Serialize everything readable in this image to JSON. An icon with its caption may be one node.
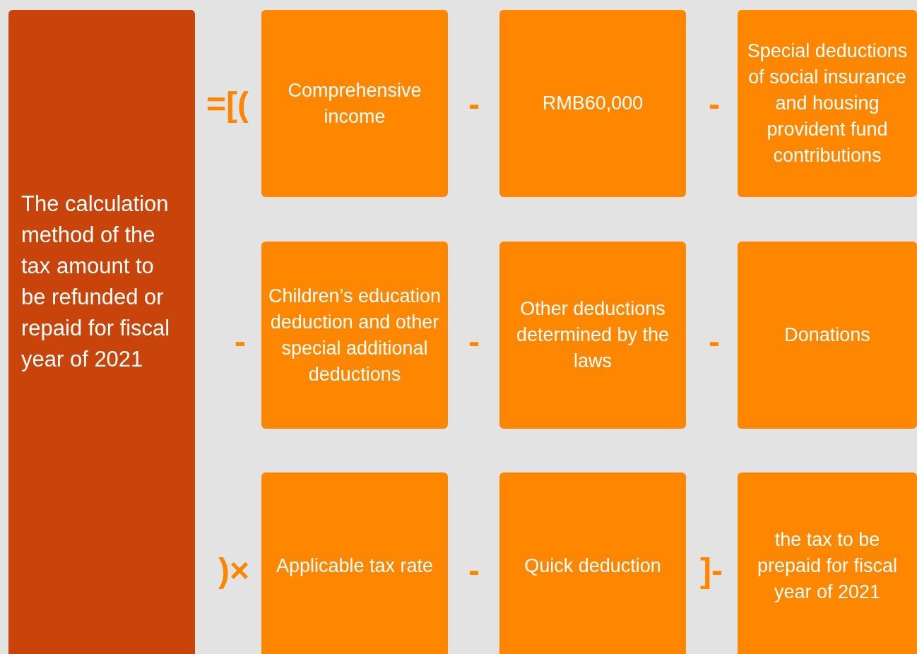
{
  "diagram": {
    "nodes": [
      {
        "text": [
          "The calculation method of the tax amount to be refunded or repaid for fiscal year of 2021"
        ]
      },
      {
        "text": [
          "Comprehensive income"
        ]
      },
      {
        "text": [
          "RMB60,000"
        ]
      },
      {
        "text": [
          "Special deductions of social insurance and housing provident fund contributions"
        ]
      },
      {
        "text": [
          "Children’s education deduction and other special additional deductions"
        ]
      },
      {
        "text": [
          "Other deductions determined by the laws"
        ]
      },
      {
        "text": [
          "Donations"
        ]
      },
      {
        "text": [
          "Applicable tax rate"
        ]
      },
      {
        "text": [
          "Quick deduction"
        ]
      },
      {
        "text": [
          "the tax to be prepaid for fiscal year of 2021"
        ]
      }
    ],
    "labels": [
      "=[(",
      "-",
      "-",
      "-",
      "-",
      "-",
      ")×",
      "-",
      "]-"
    ]
  }
}
